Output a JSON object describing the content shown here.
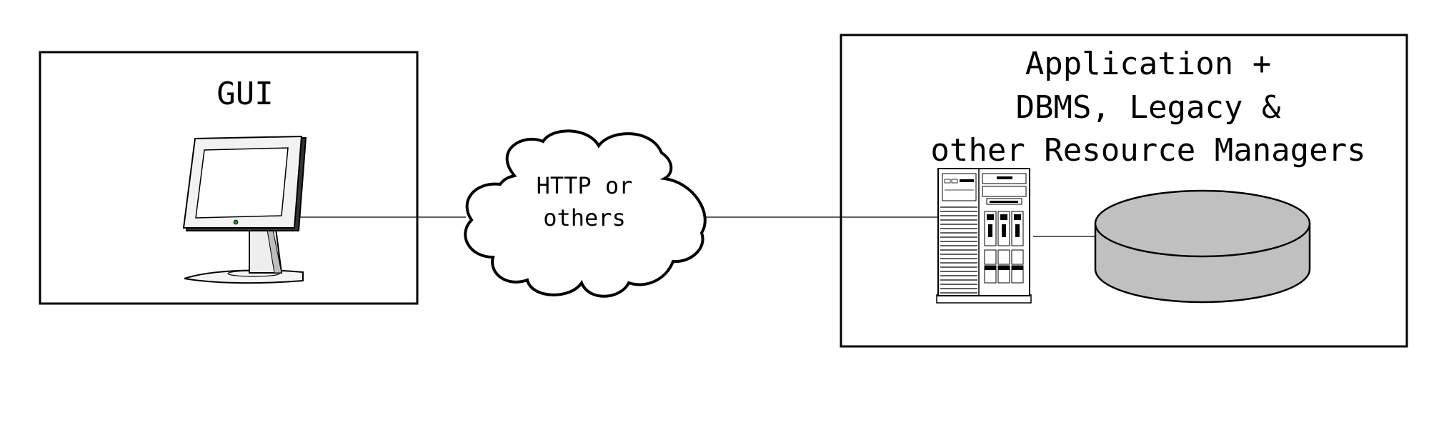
{
  "gui_box": {
    "label": "GUI"
  },
  "network_cloud": {
    "line1": "HTTP or",
    "line2": "others"
  },
  "server_box": {
    "line1": "Application +",
    "line2": "DBMS, Legacy &",
    "line3": "other Resource Managers"
  },
  "icons": {
    "client": "monitor-icon",
    "network": "cloud-icon",
    "server": "server-tower-icon",
    "storage": "database-cylinder-icon"
  },
  "colors": {
    "stroke": "#000000",
    "background": "#ffffff",
    "database_fill": "#c0c0c0",
    "monitor_frame": "#f2f2f2"
  }
}
